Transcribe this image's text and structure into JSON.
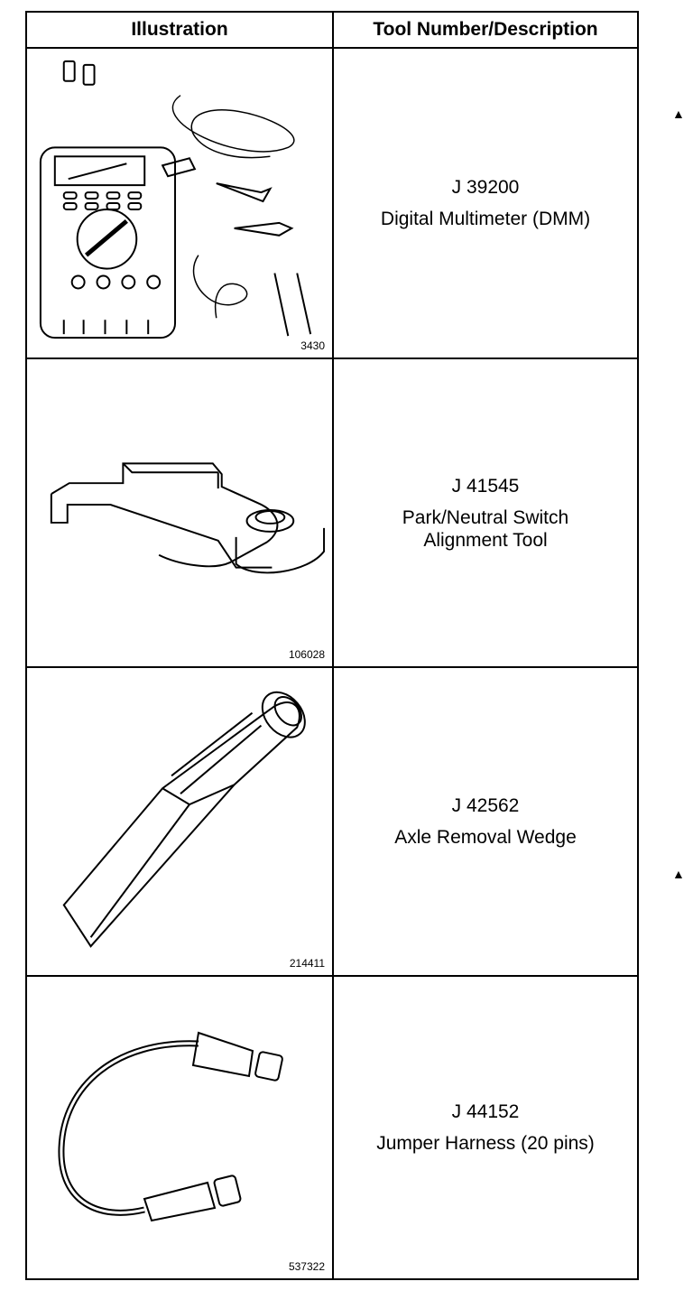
{
  "table": {
    "headers": {
      "illustration": "Illustration",
      "description": "Tool Number/Description"
    },
    "rows": [
      {
        "figure_number": "3430",
        "tool_number": "J 39200",
        "description": [
          "Digital Multimeter (DMM)"
        ],
        "icon": "digital-multimeter-icon"
      },
      {
        "figure_number": "106028",
        "tool_number": "J 41545",
        "description": [
          "Park/Neutral Switch",
          "Alignment Tool"
        ],
        "icon": "alignment-tool-icon"
      },
      {
        "figure_number": "214411",
        "tool_number": "J 42562",
        "description": [
          "Axle Removal Wedge"
        ],
        "icon": "axle-wedge-icon"
      },
      {
        "figure_number": "537322",
        "tool_number": "J 44152",
        "description": [
          "Jumper Harness (20 pins)"
        ],
        "icon": "jumper-harness-icon"
      }
    ]
  }
}
